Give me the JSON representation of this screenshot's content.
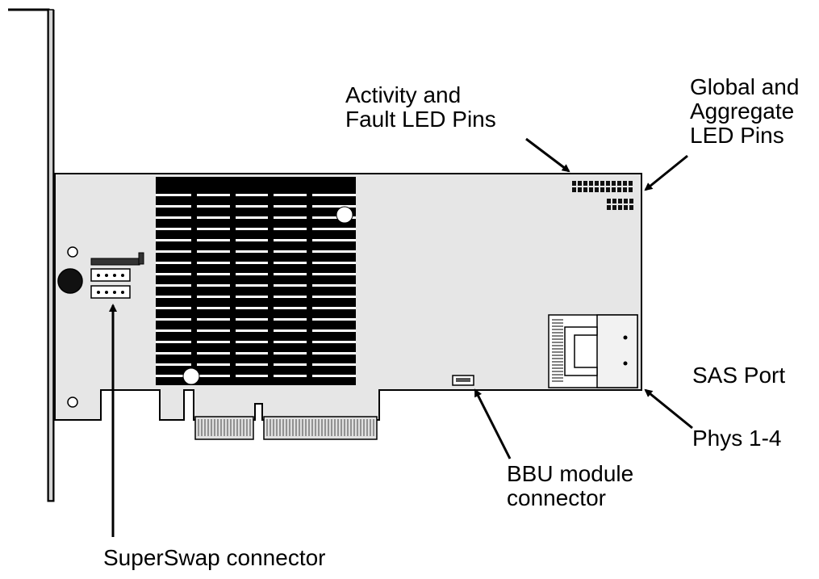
{
  "diagram": {
    "labels": {
      "activity_fault": [
        "Activity and",
        "Fault LED Pins"
      ],
      "global_aggregate": [
        "Global and",
        "Aggregate",
        "LED Pins"
      ],
      "sas_port": "SAS Port",
      "phys": "Phys 1-4",
      "bbu": [
        "BBU module",
        "connector"
      ],
      "superswap": "SuperSwap connector"
    }
  }
}
